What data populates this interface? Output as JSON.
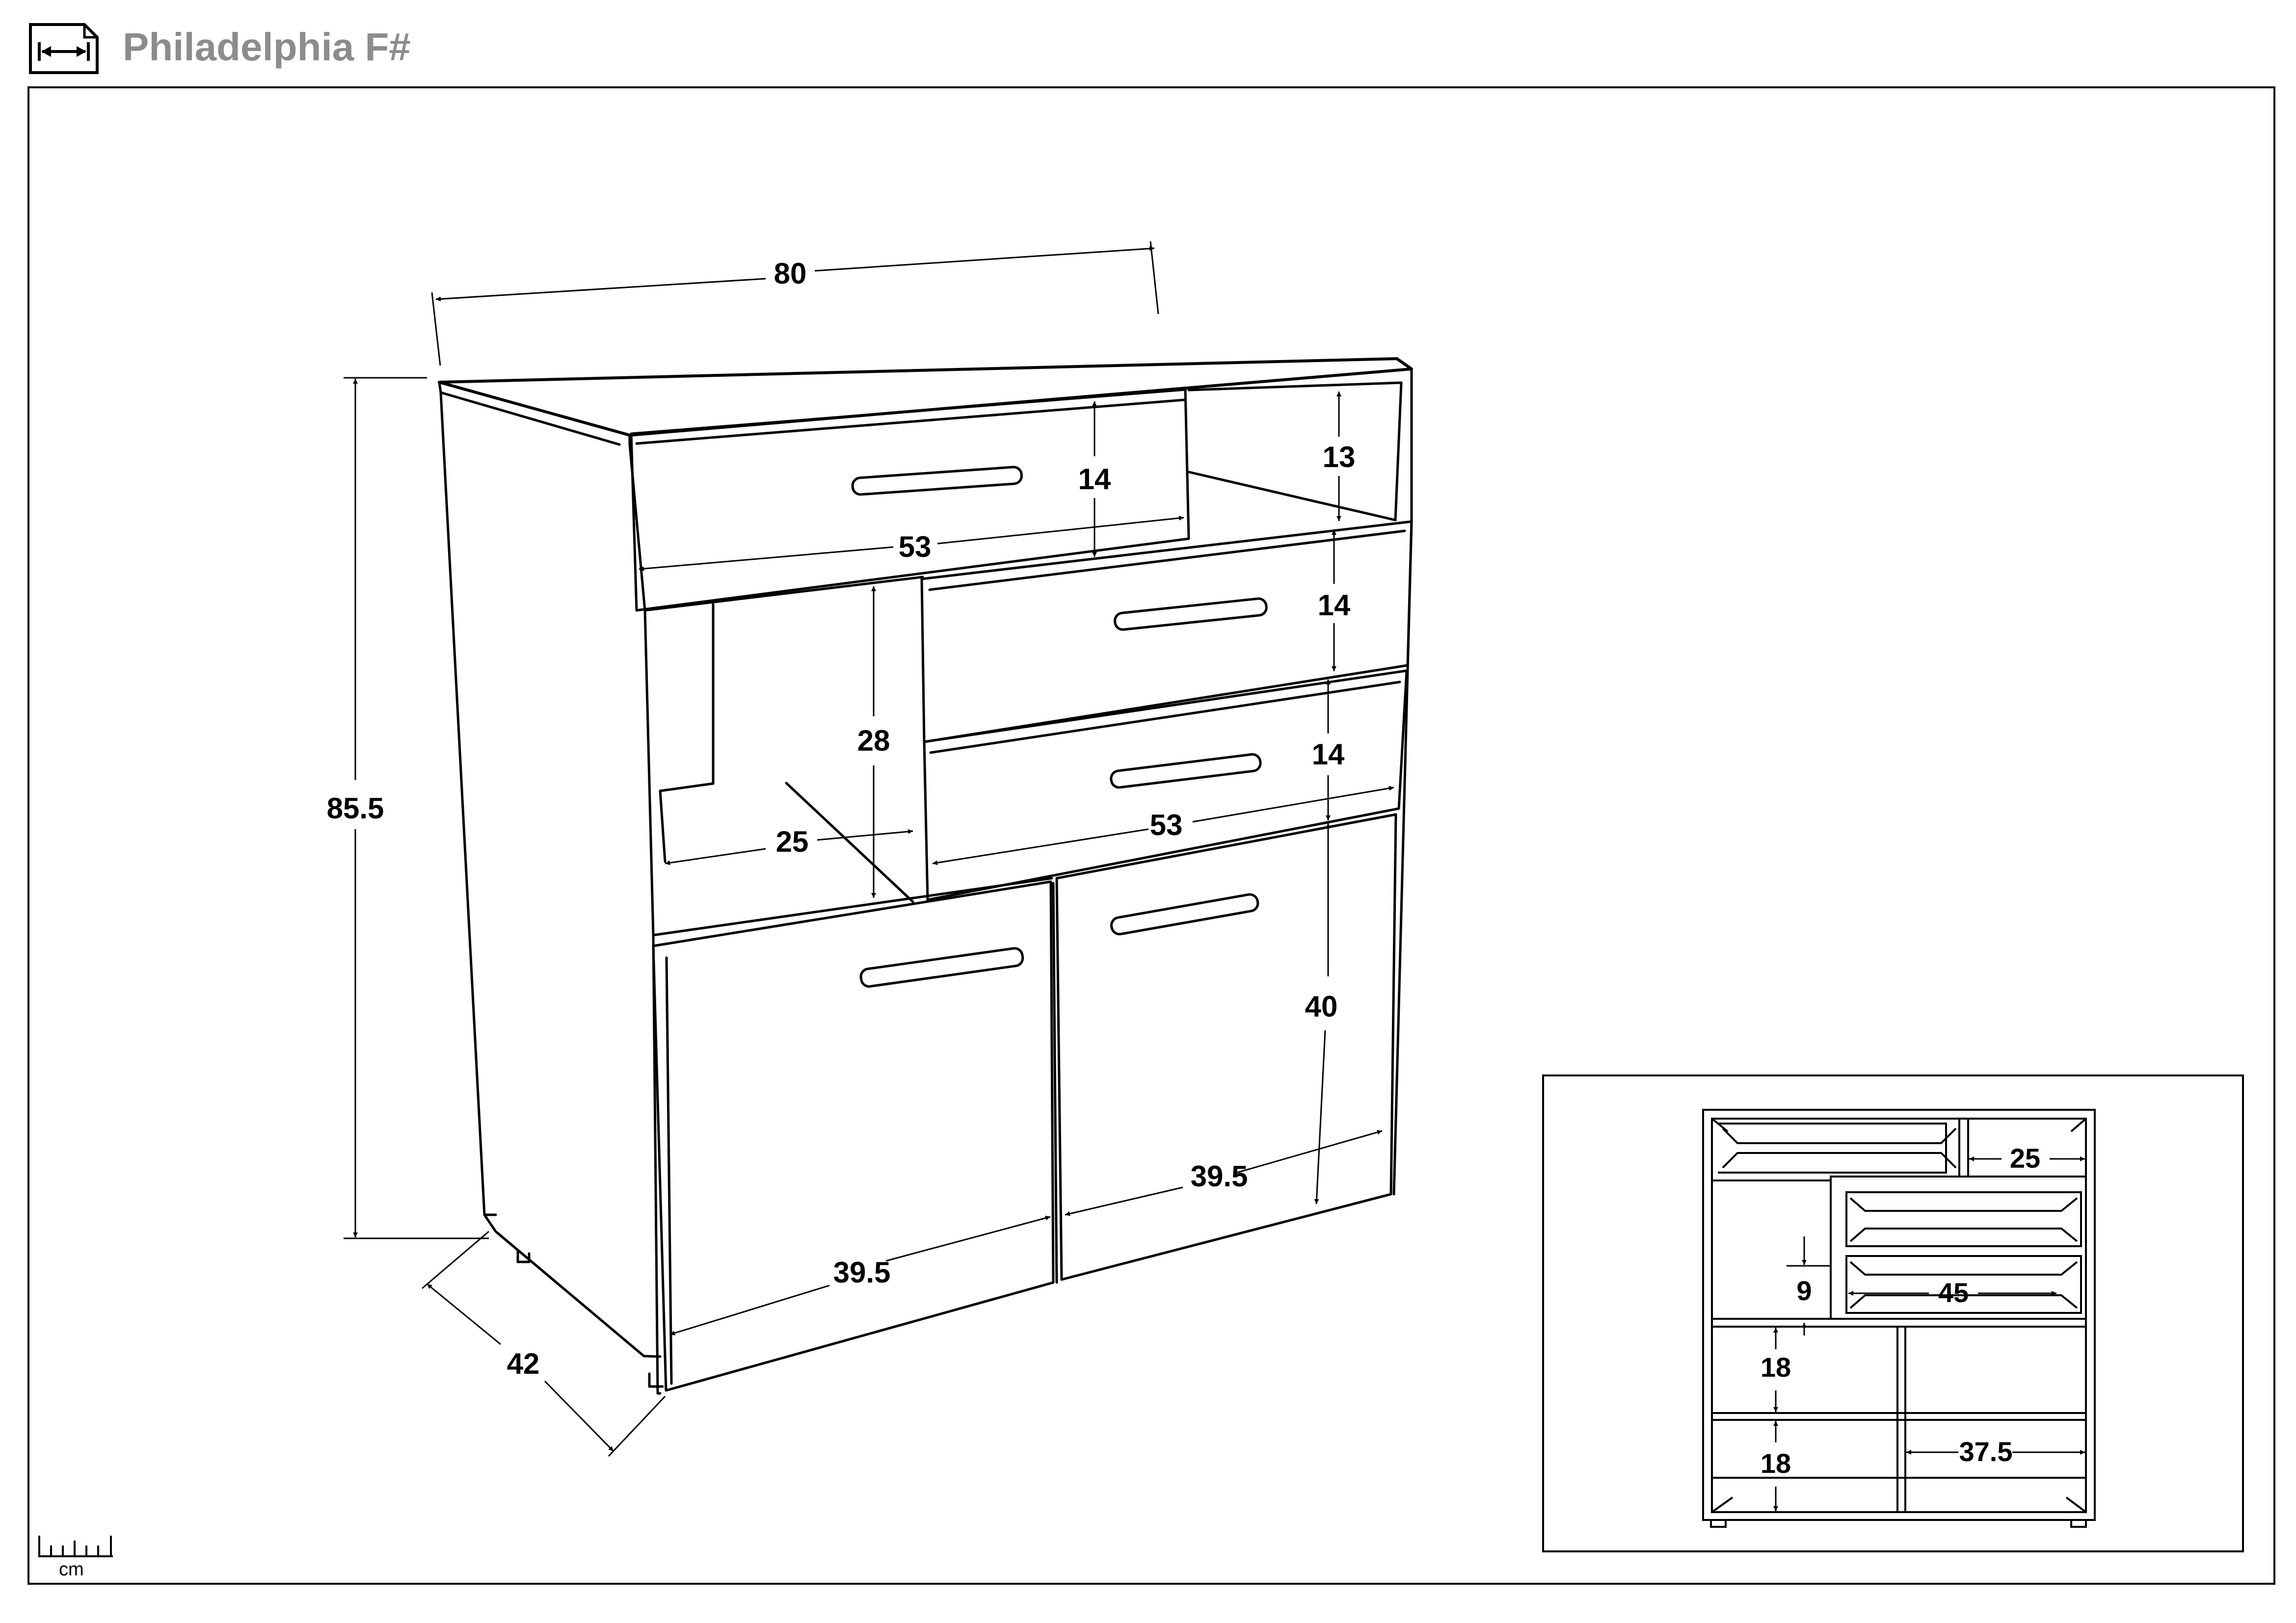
{
  "title": "Philadelphia F#",
  "icons": {
    "header": "dimension-arrows-icon",
    "scale": "ruler-icon"
  },
  "main_dimensions": {
    "width": "80",
    "height": "85.5",
    "depth": "42",
    "top_drawer_height": "14",
    "top_drawer_width": "53",
    "top_shelf_height": "13",
    "middle_drawer_height": "14",
    "lower_drawer_height": "14",
    "lower_drawer_width": "53",
    "open_compartment_height": "28",
    "open_compartment_depth": "25",
    "door_height": "40",
    "left_door_width": "39.5",
    "right_door_width": "39.5"
  },
  "inset_dimensions": {
    "top_shelf_width": "25",
    "drawer_interior_width": "45",
    "drawer_depth": "9",
    "upper_shelf_height": "18",
    "lower_shelf_height": "18",
    "right_shelf_width": "37.5"
  },
  "scale_unit": "cm"
}
